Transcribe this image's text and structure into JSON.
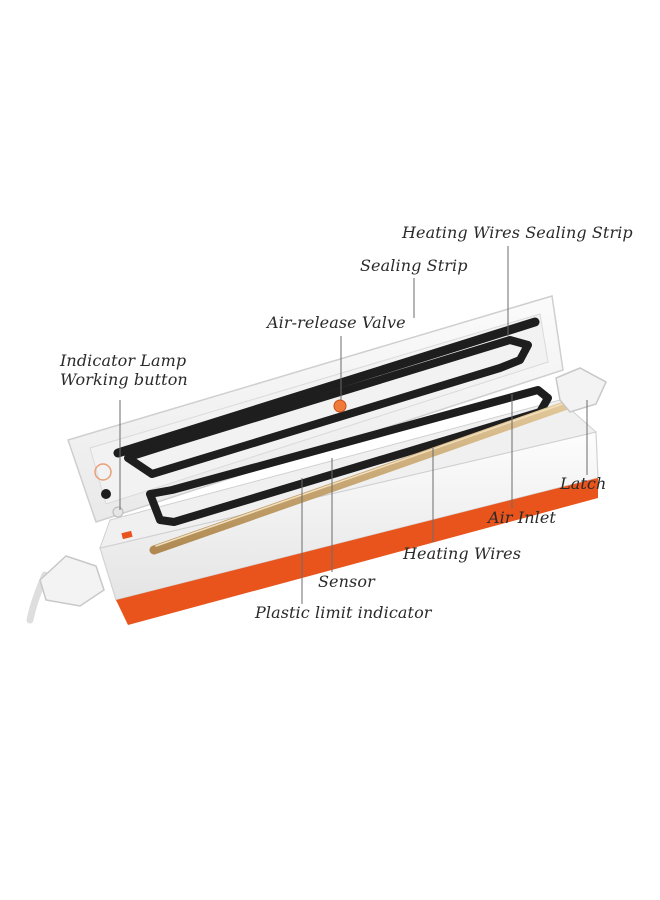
{
  "labels": {
    "heating_wires_sealing_strip": "Heating Wires Sealing Strip",
    "sealing_strip": "Sealing Strip",
    "air_release_valve": "Air-release Valve",
    "indicator_lamp": "Indicator Lamp",
    "working_button": "Working button",
    "latch": "Latch",
    "air_inlet": "Air Inlet",
    "heating_wires": "Heating Wires",
    "sensor": "Sensor",
    "plastic_limit_indicator": "Plastic limit indicator"
  },
  "colors": {
    "body": "#f7f7f7",
    "base_accent": "#e8541c",
    "gasket": "#1e1e1e",
    "heating_wire": "#c9a46a",
    "leader_line": "#6b6b6b"
  }
}
